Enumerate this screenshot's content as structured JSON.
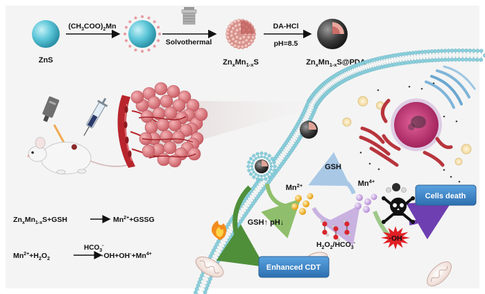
{
  "synthesis": {
    "precursor": "ZnS",
    "reagent_prefix": "(CH",
    "reagent_sub1": "3",
    "reagent_mid": "COO)",
    "reagent_sub2": "2",
    "reagent_suffix": "Mn",
    "step2": "Solvothermal",
    "intermediate": {
      "a": "Zn",
      "x": "x",
      "b": "Mn",
      "sub": "1-x",
      "c": "S"
    },
    "step3_reagent": "DA-HCl",
    "step3_condition": "pH=8.5",
    "product": {
      "a": "Zn",
      "x": "x",
      "b": "Mn",
      "sub": "1-x",
      "c": "S@PDA"
    }
  },
  "reactions": {
    "r1": {
      "a": "Zn",
      "x": "x",
      "b": "Mn",
      "sub": "1-x",
      "c": "S+GSH",
      "prod_a": "Mn",
      "prod_sup": "2+",
      "prod_b": "+GSSG"
    },
    "r2": {
      "a": "Mn",
      "sup1": "2+",
      "b": "+H",
      "sub1": "2",
      "c": "O",
      "sub2": "2",
      "cat_a": "HCO",
      "cat_sub": "3",
      "cat_sup": "-",
      "prod": "·OH+OH",
      "prod_sup1": "-",
      "prod_b": "+Mn",
      "prod_sup2": "4+"
    }
  },
  "cycle": {
    "gsh": "GSH",
    "mn2": "Mn",
    "mn2_sup": "2+",
    "mn4": "Mn",
    "mn4_sup": "4+",
    "gsh_ph": "GSH",
    "ph": "pH",
    "h2o2_a": "H",
    "h2o2_sub1": "2",
    "h2o2_b": "O",
    "h2o2_sub2": "2",
    "h2o2_c": "/HCO",
    "h2o2_sub3": "3",
    "h2o2_sup": "-",
    "oh": "·OH"
  },
  "outcomes": {
    "cells_death": "Cells death",
    "enhanced_cdt": "Enhanced CDT"
  },
  "colors": {
    "boxBlue": "#3f86c8",
    "sphereCyan": "#5cc6d8",
    "vessel": "#b8252c",
    "tumor": "#d9777d",
    "membrane": "#8ccfdc",
    "nucleus": "#c4306f",
    "green": "#4f8f3a",
    "purple": "#6e3fb1",
    "mnYellow": "#f4b21c",
    "mnLilac": "#c6a6e0",
    "ohRed": "#e01f25"
  }
}
